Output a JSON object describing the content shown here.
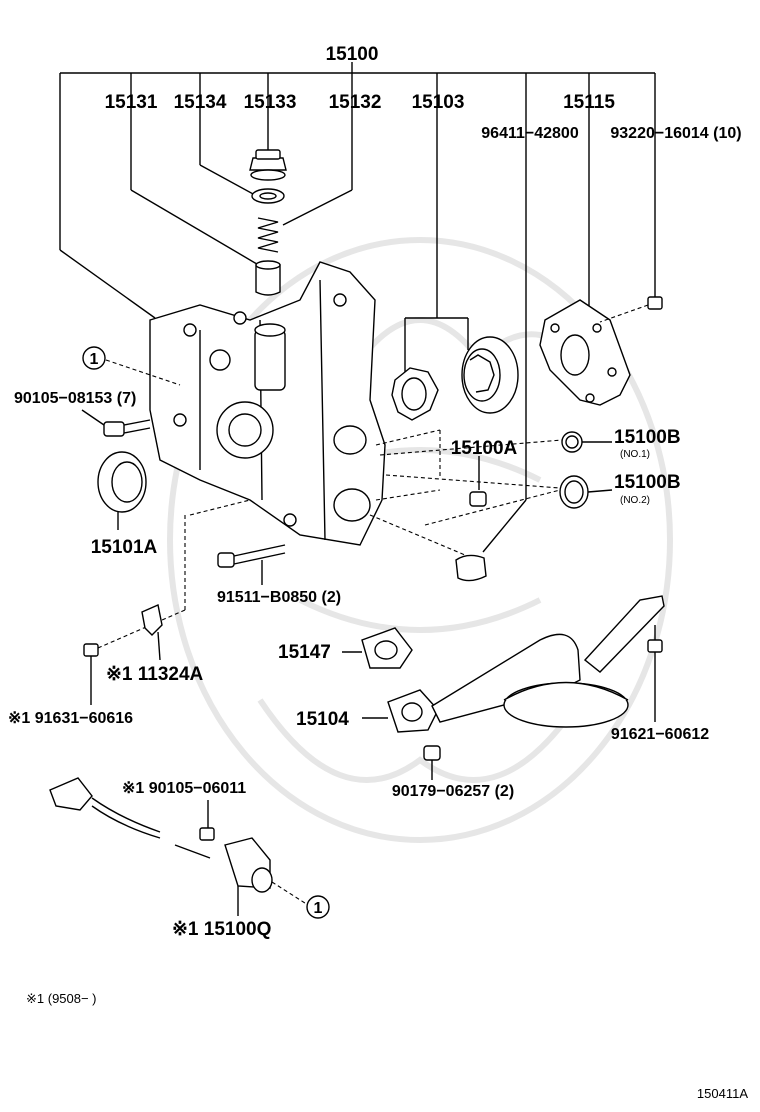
{
  "labels": {
    "p15100": "15100",
    "p15131": "15131",
    "p15134": "15134",
    "p15133": "15133",
    "p15132": "15132",
    "p15103": "15103",
    "p15115": "15115",
    "p96411": "96411−42800",
    "p93220": "93220−16014 (10)",
    "circle1a": "1",
    "p90105a": "90105−08153 (7)",
    "p15101A": "15101A",
    "p15100A": "15100A",
    "p15100B1": "15100B",
    "no1": "(NO.1)",
    "p15100B2": "15100B",
    "no2": "(NO.2)",
    "p91511": "91511−B0850 (2)",
    "p11324A": "※1 11324A",
    "p91631": "※1 91631−60616",
    "p15147": "15147",
    "p15104": "15104",
    "p91621": "91621−60612",
    "p90179": "90179−06257 (2)",
    "p90105b": "※1 90105−06011",
    "circle1b": "1",
    "p15100Q": "※1 15100Q",
    "footnote": "※1  (9508−        )",
    "figure_code": "150411A"
  }
}
